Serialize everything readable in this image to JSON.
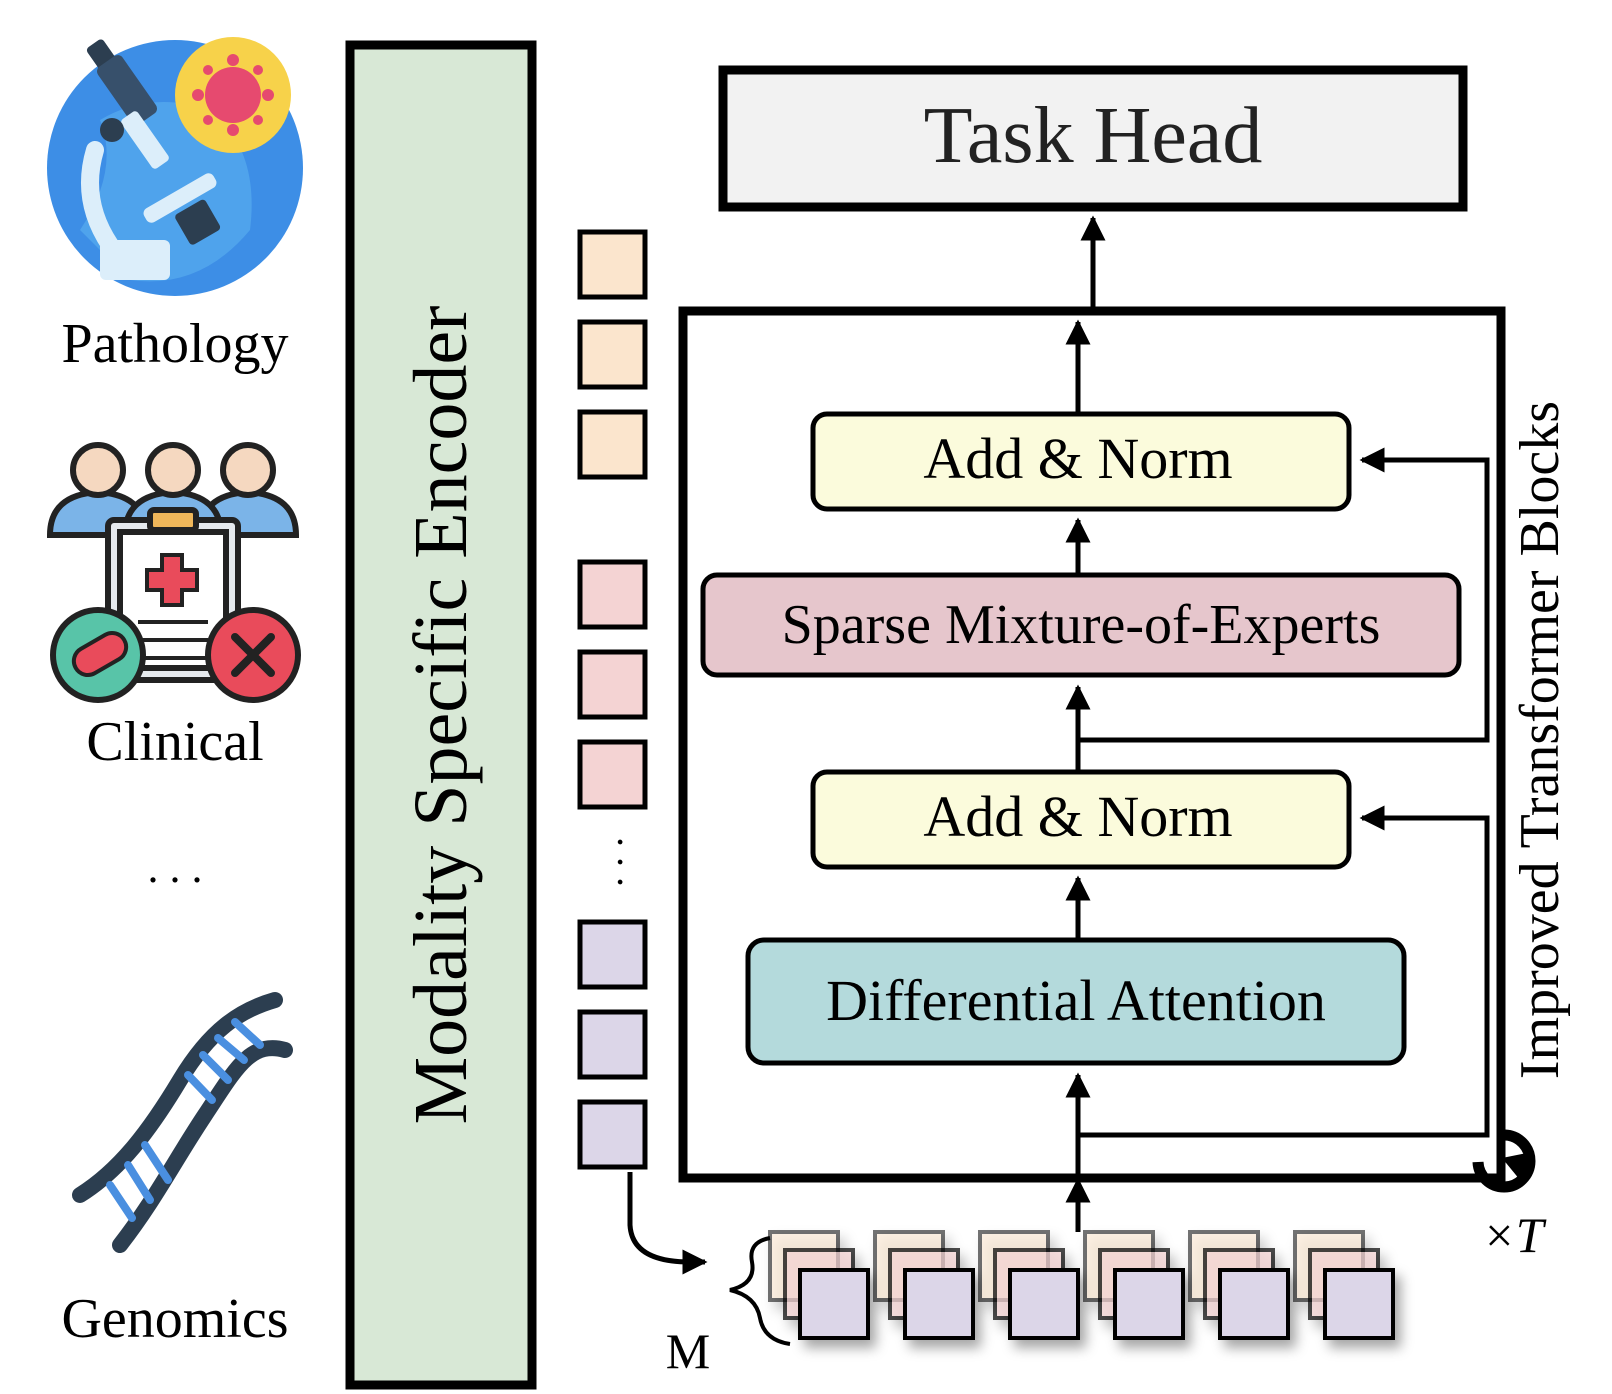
{
  "modalities": {
    "pathology": "Pathology",
    "clinical": "Clinical",
    "ellipsis": ". . .",
    "genomics": "Genomics"
  },
  "encoder": {
    "label": "Modality Specific Encoder"
  },
  "tokens": {
    "ellipsis": ". . .",
    "m_label": "M"
  },
  "transformer": {
    "task_head": "Task Head",
    "add_norm_top": "Add & Norm",
    "moe": "Sparse Mixture-of-Experts",
    "add_norm_bottom": "Add & Norm",
    "diff_attention": "Differential Attention",
    "side_label": "Improved Transformer Blocks",
    "repeat_label": "×T"
  },
  "colors": {
    "encoder_fill": "#d8e8d6",
    "task_head_fill": "#f2f2f2",
    "add_norm_fill": "#fbfbdc",
    "moe_fill": "#e6c6cc",
    "attention_fill": "#b4dadc",
    "token_pathology": "#fbe5cd",
    "token_clinical": "#f4d3d3",
    "token_genomics": "#dcd6e8",
    "icon_blue": "#4a9be8",
    "icon_dark": "#2c3e50"
  },
  "icons": [
    "microscope-icon",
    "clinical-team-icon",
    "dna-icon",
    "loop-arrow-icon"
  ]
}
